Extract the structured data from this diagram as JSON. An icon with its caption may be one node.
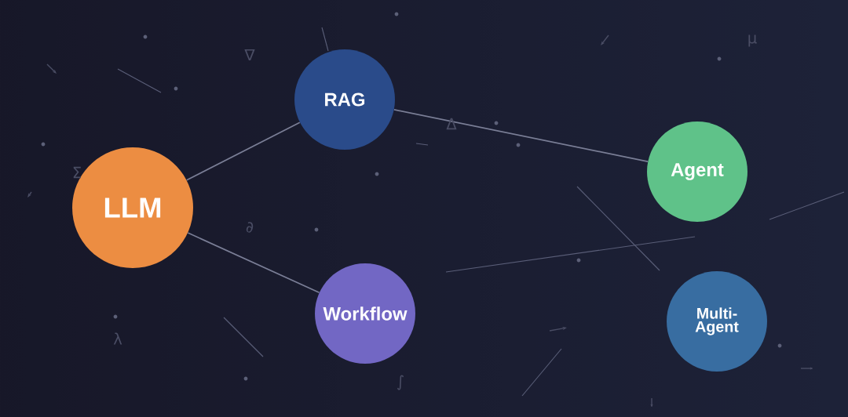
{
  "diagram": {
    "nodes": [
      {
        "text": [
          "RAG"
        ]
      },
      {
        "text": [
          "Agent"
        ]
      },
      {
        "text": [
          "LLM"
        ]
      },
      {
        "text": [
          "Workflow"
        ]
      },
      {
        "text": [
          "Multi-Agent"
        ]
      }
    ],
    "edges": [
      {
        "from": 2,
        "to": 0,
        "arrow": "none"
      },
      {
        "from": 2,
        "to": 3,
        "arrow": "none"
      },
      {
        "from": 0,
        "to": 1,
        "arrow": "none"
      }
    ],
    "labels": [
      "μ",
      "∇",
      "Δ",
      "Σ",
      "∂",
      "λ",
      "∫"
    ]
  }
}
